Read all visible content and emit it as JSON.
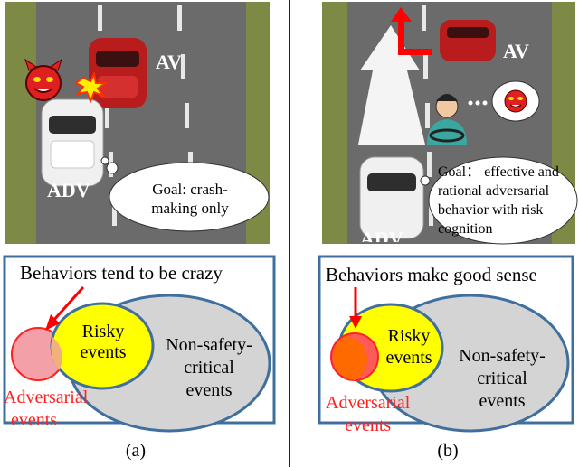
{
  "panel_a": {
    "av_label": "AV",
    "adv_label": "ADV",
    "goal_bubble": [
      "Goal: crash-",
      "making only"
    ],
    "venn_title": "Behaviors tend to be crazy",
    "risky_label": [
      "Risky",
      "events"
    ],
    "nonsafety_label": [
      "Non-safety-",
      "critical",
      "events"
    ],
    "adversarial_label": [
      "Adversarial",
      "events"
    ],
    "caption": "(a)"
  },
  "panel_b": {
    "av_label": "AV",
    "adv_label": "ADV",
    "goal_bubble": [
      "Goal： effective and",
      "rational adversarial",
      "behavior with risk",
      "cognition"
    ],
    "venn_title": "Behaviors make good sense",
    "risky_label": [
      "Risky",
      "events"
    ],
    "nonsafety_label": [
      "Non-safety-",
      "critical",
      "events"
    ],
    "adversarial_label": [
      "Adversarial",
      "events"
    ],
    "caption": "(b)"
  },
  "colors": {
    "road": "#6b6b6b",
    "grass": "#6f7d3c",
    "frame_border": "#3f6f9f",
    "risky_fill": "#ffff00",
    "nonsafety_fill": "#d4d4d4",
    "adversarial_red": "#ff2020",
    "adversarial_fill_a": "#f4a0a8",
    "adversarial_fill_b": "#ff5a5a",
    "overlap_orange": "#ff6a00",
    "arrow_red": "#ff0000"
  }
}
